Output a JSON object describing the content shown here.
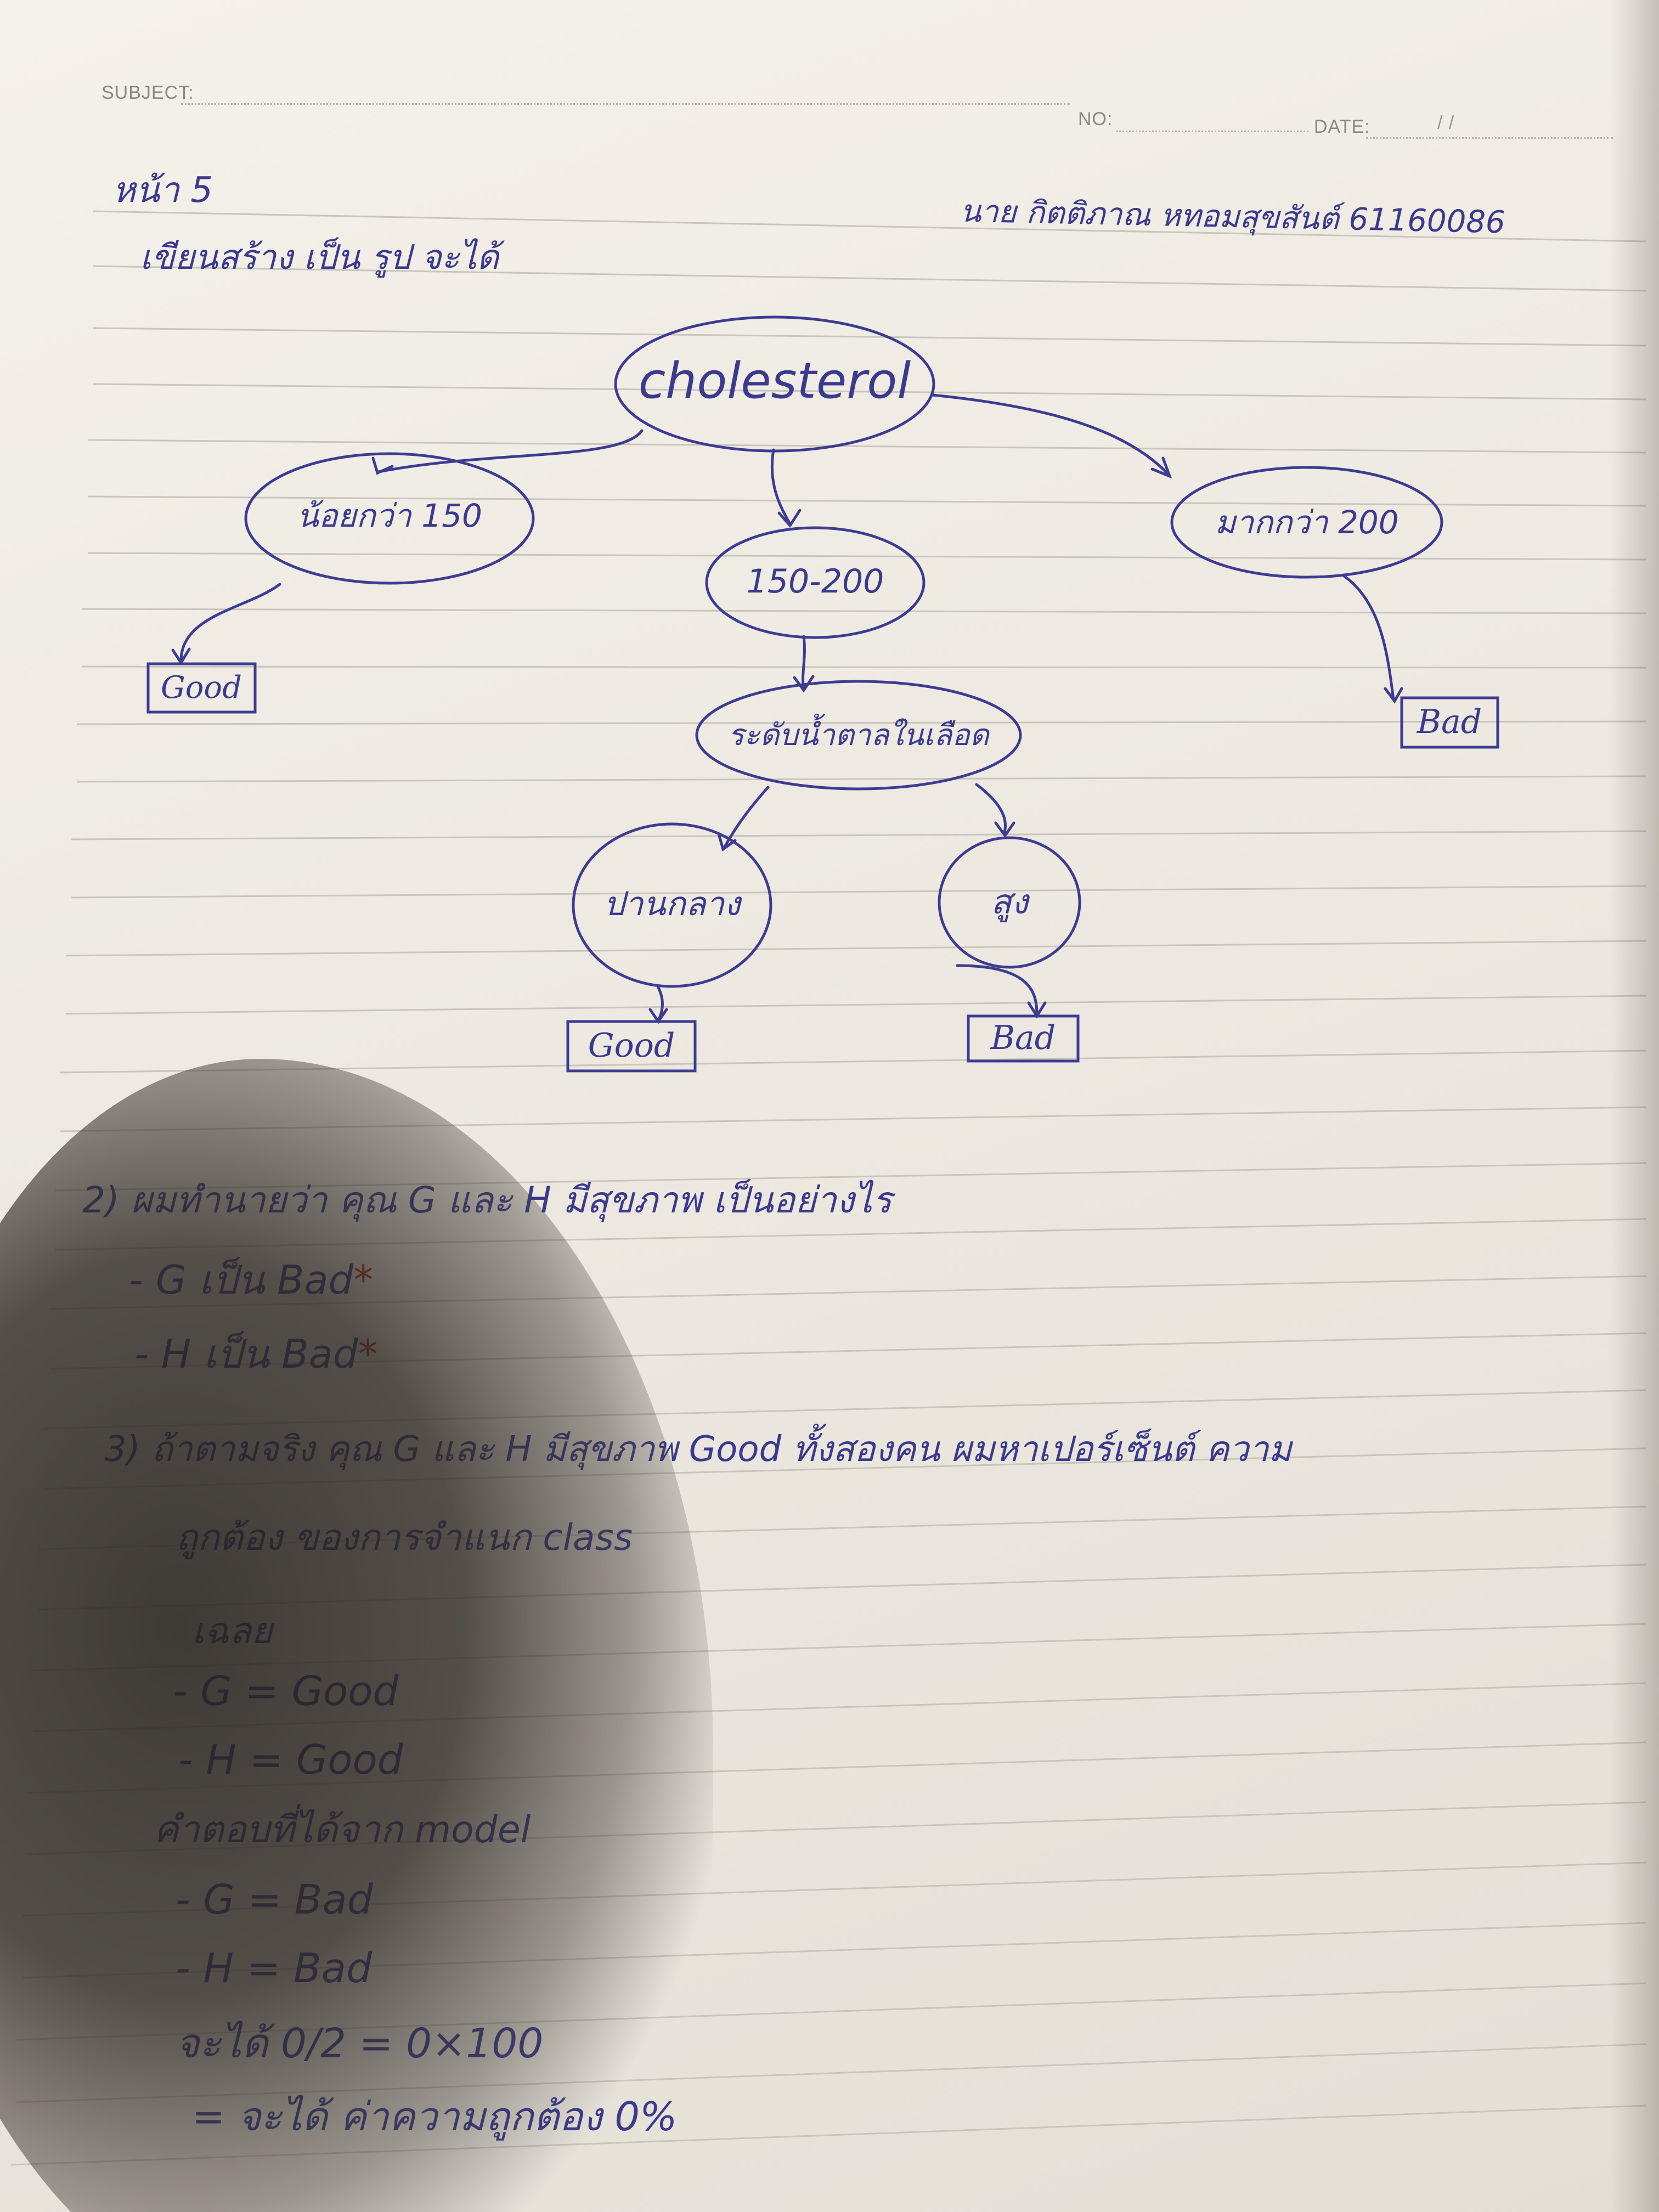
{
  "header": {
    "subject_label": "SUBJECT:",
    "no_label": "NO:",
    "date_label": "DATE:",
    "date_slashes": "/          /"
  },
  "page": {
    "page_label": "หน้า 5",
    "student_info": "นาย กิตติภาณ หทอมสุขสันต์ 61160086",
    "instruction": "เขียนสร้าง เป็น รูป จะได้"
  },
  "tree": {
    "root": "cholesterol",
    "less_150": "น้อยกว่า 150",
    "range_150_200": "150-200",
    "more_200": "มากกว่า 200",
    "sugar_level": "ระดับน้ำตาลในเลือด",
    "medium": "ปานกลาง",
    "high": "สูง",
    "leaf_good_left": "Good",
    "leaf_good_medium": "Good",
    "leaf_bad_high": "Bad",
    "leaf_bad_right": "Bad"
  },
  "q2": {
    "title": "2) ผมทำนายว่า คุณ G และ H มีสุขภาพ เป็นอย่างไร",
    "line1": "- G เป็น Bad",
    "line2": "- H เป็น Bad",
    "star": "*"
  },
  "q3": {
    "title": "3) ถ้าตามจริง คุณ G และ H มีสุขภาพ Good ทั้งสองคน ผมหาเปอร์เซ็นต์ ความ",
    "title_cont": "ถูกต้อง ของการจำแนก class",
    "answer_label": "เฉลย",
    "ans_g": "- G = Good",
    "ans_h": "- H = Good",
    "model_label": "คำตอบที่ได้จาก model",
    "model_g": "- G = Bad",
    "model_h": "- H = Bad",
    "calc": "จะได้ 0/2 = 0×100",
    "result": "= จะได้ ค่าความถูกต้อง 0%"
  }
}
